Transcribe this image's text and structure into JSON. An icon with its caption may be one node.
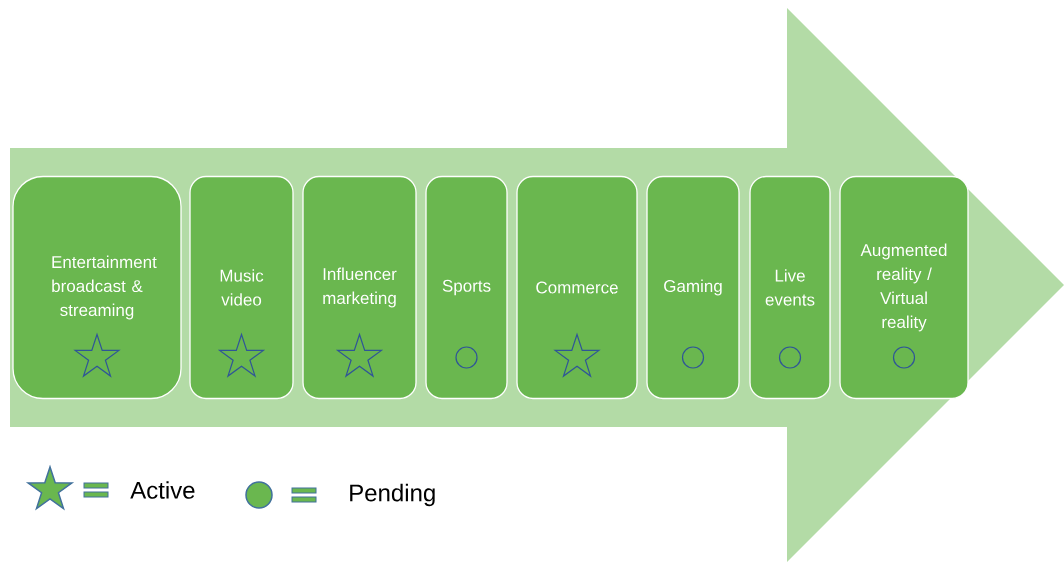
{
  "diagram": {
    "nodes": [
      {
        "text": [],
        "shape": "arrow"
      },
      {
        "text": [
          "Entertainment broadcast & streaming"
        ],
        "in": 0
      },
      {
        "text": [],
        "shape": "star",
        "in": 1
      },
      {
        "text": [
          "Music video"
        ],
        "in": 0
      },
      {
        "text": [],
        "shape": "star",
        "in": 3
      },
      {
        "text": [
          "Influencer marketing"
        ],
        "in": 0
      },
      {
        "text": [],
        "shape": "star",
        "in": 5
      },
      {
        "text": [
          "Sports"
        ],
        "in": 0
      },
      {
        "text": [],
        "shape": "circle",
        "in": 7
      },
      {
        "text": [
          "Commerce"
        ],
        "in": 0
      },
      {
        "text": [],
        "shape": "star",
        "in": 9
      },
      {
        "text": [
          "Gaming"
        ],
        "in": 0
      },
      {
        "text": [],
        "shape": "circle",
        "in": 11
      },
      {
        "text": [
          "Live events"
        ],
        "in": 0
      },
      {
        "text": [],
        "shape": "circle",
        "in": 13
      },
      {
        "text": [
          "Augmented reality / Virtual reality"
        ],
        "in": 0
      },
      {
        "text": [],
        "shape": "circle",
        "in": 15
      }
    ],
    "legend": [
      {
        "text": "Active"
      },
      {
        "text": "Pending"
      }
    ]
  }
}
